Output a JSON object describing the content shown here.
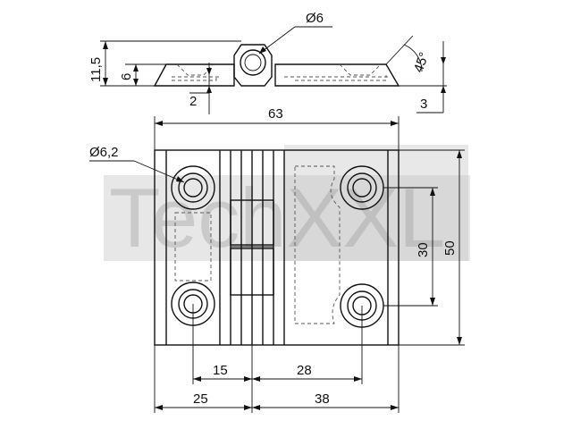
{
  "top_view": {
    "dim_overall_height": "11,5",
    "dim_leaf_height": "6",
    "dim_pin_diameter": "Ø6",
    "dim_chamfer_angle": "45°",
    "dim_countersink_depth": "2",
    "dim_leaf_thickness": "3"
  },
  "front_view": {
    "dim_width_total": "63",
    "dim_hole_diameter": "Ø6,2",
    "dim_height_total": "50",
    "dim_hole_spacing_vertical": "30",
    "dim_left_hole_to_axis": "15",
    "dim_axis_to_right_hole": "28",
    "dim_left_leaf_width": "25",
    "dim_right_leaf_width": "38"
  },
  "watermark": "TechXXL"
}
